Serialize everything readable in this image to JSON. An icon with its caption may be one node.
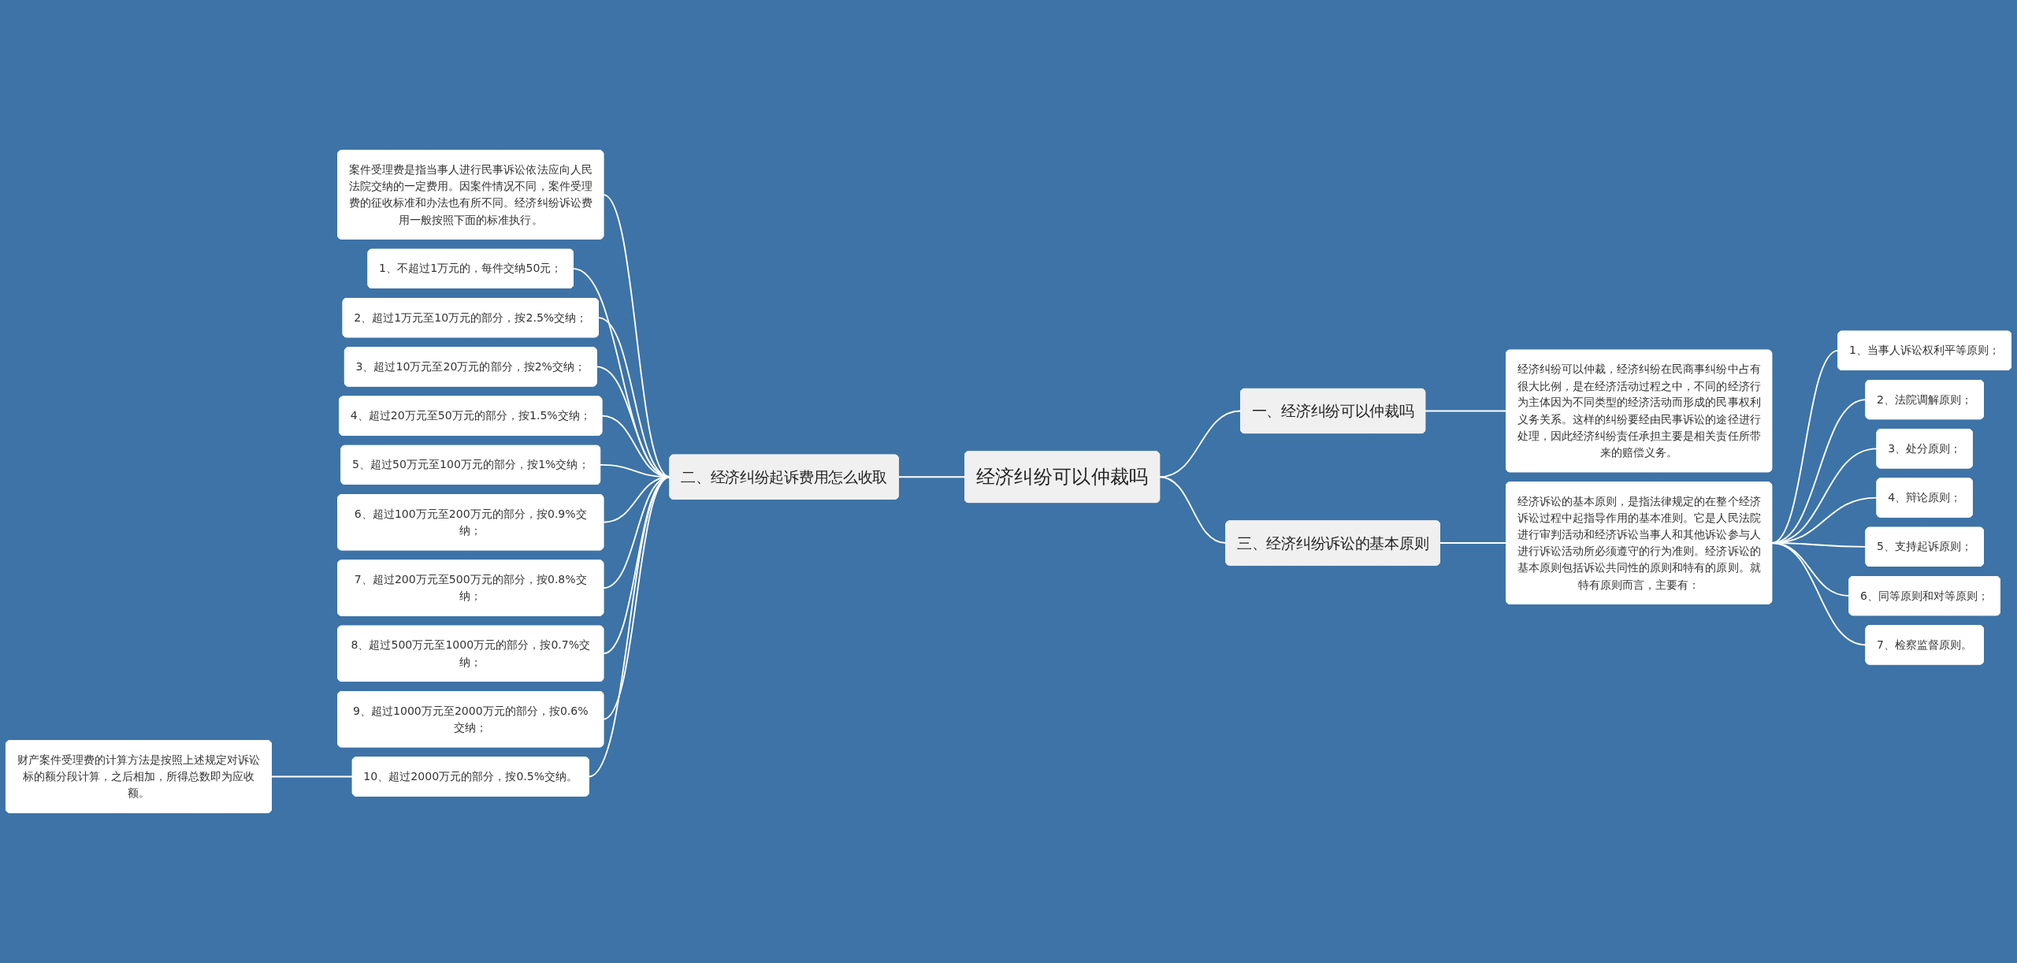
{
  "diagram": {
    "nodes": [
      {
        "text": [
          "经济纠纷可以仲裁吗"
        ]
      },
      {
        "text": [
          "一、经济纠纷可以仲裁吗"
        ]
      },
      {
        "text": [
          "经济纠纷可以仲裁，经济纠纷在民商事纠纷中占有很大比例，是在经济活动过程之中，不同的经济行为主体因为不同类型的经济活动而形成的民事权利义务关系。这样的纠纷要经由民事诉讼的途径进行处理，因此经济纠纷责任承担主要是相关责任所带来的赔偿义务。"
        ]
      },
      {
        "text": [
          "二、经济纠纷起诉费用怎么收取"
        ]
      },
      {
        "text": [
          "案件受理费是指当事人进行民事诉讼依法应向人民法院交纳的一定费用。因案件情况不同，案件受理费的征收标准和办法也有所不同。经济纠纷诉讼费用一般按照下面的标准执行。"
        ]
      },
      {
        "text": [
          "1、不超过1万元的，每件交纳50元；"
        ]
      },
      {
        "text": [
          "2、超过1万元至10万元的部分，按2.5%交纳；"
        ]
      },
      {
        "text": [
          "3、超过10万元至20万元的部分，按2%交纳；"
        ]
      },
      {
        "text": [
          "4、超过20万元至50万元的部分，按1.5%交纳；"
        ]
      },
      {
        "text": [
          "5、超过50万元至100万元的部分，按1%交纳；"
        ]
      },
      {
        "text": [
          "6、超过100万元至200万元的部分，按0.9%交纳；"
        ]
      },
      {
        "text": [
          "7、超过200万元至500万元的部分，按0.8%交纳；"
        ]
      },
      {
        "text": [
          "8、超过500万元至1000万元的部分，按0.7%交纳；"
        ]
      },
      {
        "text": [
          "9、超过1000万元至2000万元的部分，按0.6%交纳；"
        ]
      },
      {
        "text": [
          "10、超过2000万元的部分，按0.5%交纳。"
        ]
      },
      {
        "text": [
          "财产案件受理费的计算方法是按照上述规定对诉讼标的额分段计算，之后相加，所得总数即为应收额。"
        ]
      },
      {
        "text": [
          "三、经济纠纷诉讼的基本原则"
        ]
      },
      {
        "text": [
          "经济诉讼的基本原则，是指法律规定的在整个经济诉讼过程中起指导作用的基本准则。它是人民法院进行审判活动和经济诉讼当事人和其他诉讼参与人进行诉讼活动所必须遵守的行为准则。经济诉讼的基本原则包括诉讼共同性的原则和特有的原则。就特有原则而言，主要有："
        ]
      },
      {
        "text": [
          "1、当事人诉讼权利平等原则；"
        ]
      },
      {
        "text": [
          "2、法院调解原则；"
        ]
      },
      {
        "text": [
          "3、处分原则；"
        ]
      },
      {
        "text": [
          "4、辩论原则；"
        ]
      },
      {
        "text": [
          "5、支持起诉原则；"
        ]
      },
      {
        "text": [
          "6、同等原则和对等原则；"
        ]
      },
      {
        "text": [
          "7、检察监督原则。"
        ]
      }
    ],
    "edges": [
      {
        "from": 0,
        "to": 1,
        "arrow": "none"
      },
      {
        "from": 1,
        "to": 2,
        "arrow": "none"
      },
      {
        "from": 0,
        "to": 3,
        "arrow": "none"
      },
      {
        "from": 3,
        "to": 4,
        "arrow": "none"
      },
      {
        "from": 3,
        "to": 5,
        "arrow": "none"
      },
      {
        "from": 3,
        "to": 6,
        "arrow": "none"
      },
      {
        "from": 3,
        "to": 7,
        "arrow": "none"
      },
      {
        "from": 3,
        "to": 8,
        "arrow": "none"
      },
      {
        "from": 3,
        "to": 9,
        "arrow": "none"
      },
      {
        "from": 3,
        "to": 10,
        "arrow": "none"
      },
      {
        "from": 3,
        "to": 11,
        "arrow": "none"
      },
      {
        "from": 3,
        "to": 12,
        "arrow": "none"
      },
      {
        "from": 3,
        "to": 13,
        "arrow": "none"
      },
      {
        "from": 3,
        "to": 14,
        "arrow": "none"
      },
      {
        "from": 14,
        "to": 15,
        "arrow": "none"
      },
      {
        "from": 0,
        "to": 16,
        "arrow": "none"
      },
      {
        "from": 16,
        "to": 17,
        "arrow": "none"
      },
      {
        "from": 17,
        "to": 18,
        "arrow": "none"
      },
      {
        "from": 17,
        "to": 19,
        "arrow": "none"
      },
      {
        "from": 17,
        "to": 20,
        "arrow": "none"
      },
      {
        "from": 17,
        "to": 21,
        "arrow": "none"
      },
      {
        "from": 17,
        "to": 22,
        "arrow": "none"
      },
      {
        "from": 17,
        "to": 23,
        "arrow": "none"
      },
      {
        "from": 17,
        "to": 24,
        "arrow": "none"
      }
    ]
  }
}
